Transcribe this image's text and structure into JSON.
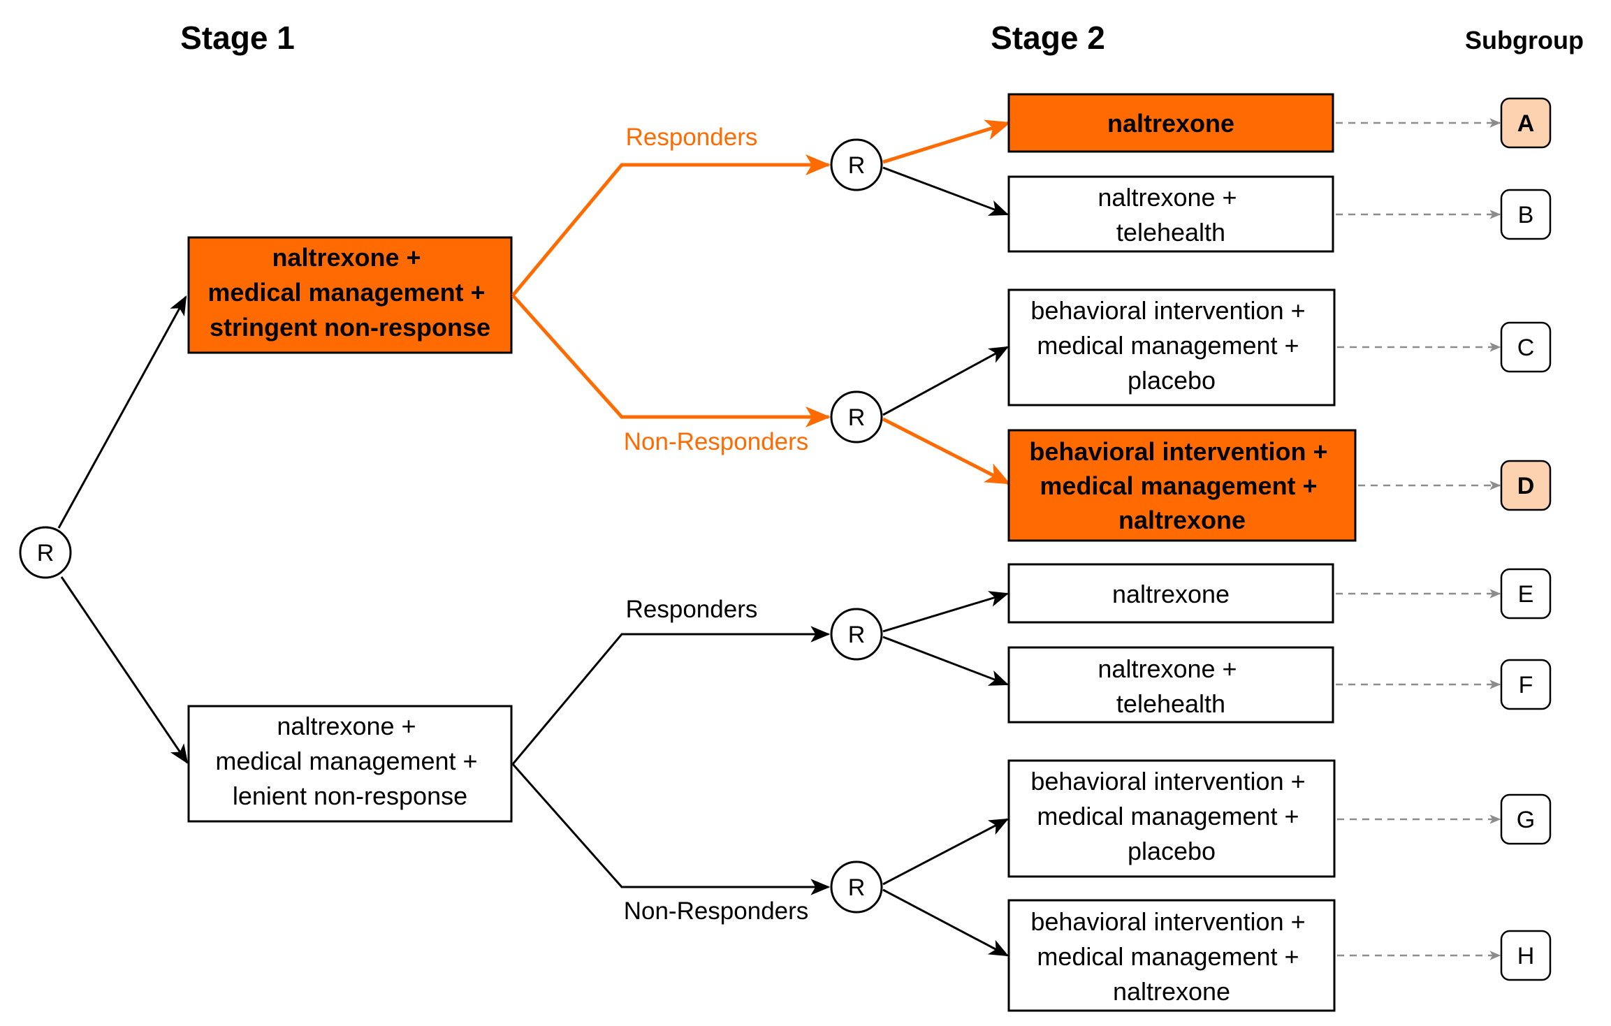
{
  "headers": {
    "stage1": "Stage 1",
    "stage2": "Stage 2",
    "subgroup": "Subgroup"
  },
  "random_label": "R",
  "colors": {
    "accent": "#ff6b00",
    "accent_text": "#ff6b00",
    "subgroup_highlight": "#fcd2b0",
    "line": "#000000",
    "dashed": "#8c8c8c"
  },
  "stage1": [
    {
      "id": "stringent",
      "lines": [
        "naltrexone +",
        "medical management +",
        "stringent non-response"
      ],
      "highlight": true
    },
    {
      "id": "lenient",
      "lines": [
        "naltrexone +",
        "medical management +",
        "lenient non-response"
      ],
      "highlight": false
    }
  ],
  "branch_labels": {
    "responders": "Responders",
    "non_responders": "Non-Responders"
  },
  "stage2": [
    {
      "lines": [
        "naltrexone"
      ],
      "highlight": true
    },
    {
      "lines": [
        "naltrexone +",
        "telehealth"
      ],
      "highlight": false
    },
    {
      "lines": [
        "behavioral intervention +",
        "medical management +",
        "placebo"
      ],
      "highlight": false
    },
    {
      "lines": [
        "behavioral intervention +",
        "medical management +",
        "naltrexone"
      ],
      "highlight": true
    },
    {
      "lines": [
        "naltrexone"
      ],
      "highlight": false
    },
    {
      "lines": [
        "naltrexone +",
        "telehealth"
      ],
      "highlight": false
    },
    {
      "lines": [
        "behavioral intervention +",
        "medical management +",
        "placebo"
      ],
      "highlight": false
    },
    {
      "lines": [
        "behavioral intervention +",
        "medical management +",
        "naltrexone"
      ],
      "highlight": false
    }
  ],
  "subgroups": [
    {
      "label": "A",
      "highlight": true
    },
    {
      "label": "B",
      "highlight": false
    },
    {
      "label": "C",
      "highlight": false
    },
    {
      "label": "D",
      "highlight": true
    },
    {
      "label": "E",
      "highlight": false
    },
    {
      "label": "F",
      "highlight": false
    },
    {
      "label": "G",
      "highlight": false
    },
    {
      "label": "H",
      "highlight": false
    }
  ]
}
